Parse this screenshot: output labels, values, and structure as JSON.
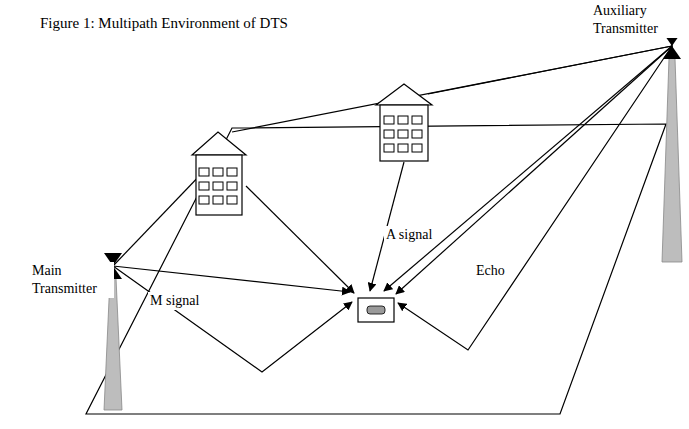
{
  "diagram": {
    "title": "Figure 1: Multipath Environment of DTS",
    "labels": [
      "Auxiliary Transmitter",
      "Main Transmitter",
      "M signal",
      "A signal",
      "Echo"
    ]
  }
}
